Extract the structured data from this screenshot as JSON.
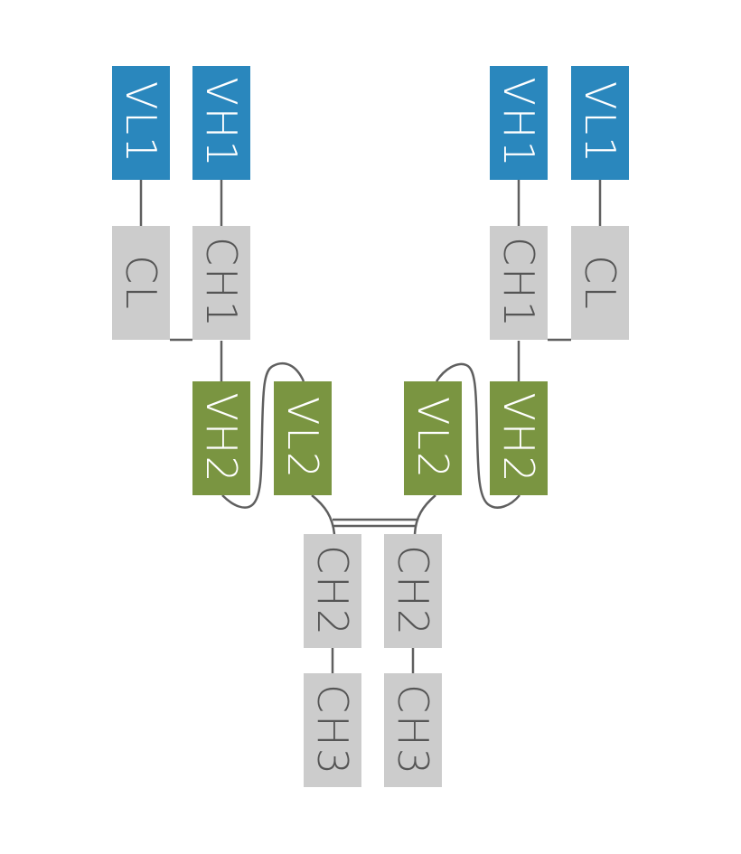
{
  "title": "Antibody domain structure",
  "colors": {
    "variable_1": "#2a87bd",
    "variable_2": "#7a9541",
    "constant": "#cccccc",
    "text_light": "#ffffff",
    "text_dark": "#555555",
    "line": "#5f5f5f"
  },
  "domains": {
    "left_vl1": {
      "label": "VL1",
      "kind": "variable_1"
    },
    "left_vh1": {
      "label": "VH1",
      "kind": "variable_1"
    },
    "right_vh1": {
      "label": "VH1",
      "kind": "variable_1"
    },
    "right_vl1": {
      "label": "VL1",
      "kind": "variable_1"
    },
    "left_cl": {
      "label": "CL",
      "kind": "constant"
    },
    "left_ch1": {
      "label": "CH1",
      "kind": "constant"
    },
    "right_ch1": {
      "label": "CH1",
      "kind": "constant"
    },
    "right_cl": {
      "label": "CL",
      "kind": "constant"
    },
    "left_vh2": {
      "label": "VH2",
      "kind": "variable_2"
    },
    "left_vl2": {
      "label": "VL2",
      "kind": "variable_2"
    },
    "right_vl2": {
      "label": "VL2",
      "kind": "variable_2"
    },
    "right_vh2": {
      "label": "VH2",
      "kind": "variable_2"
    },
    "left_ch2": {
      "label": "CH2",
      "kind": "constant"
    },
    "right_ch2": {
      "label": "CH2",
      "kind": "constant"
    },
    "left_ch3": {
      "label": "CH3",
      "kind": "constant"
    },
    "right_ch3": {
      "label": "CH3",
      "kind": "constant"
    }
  }
}
